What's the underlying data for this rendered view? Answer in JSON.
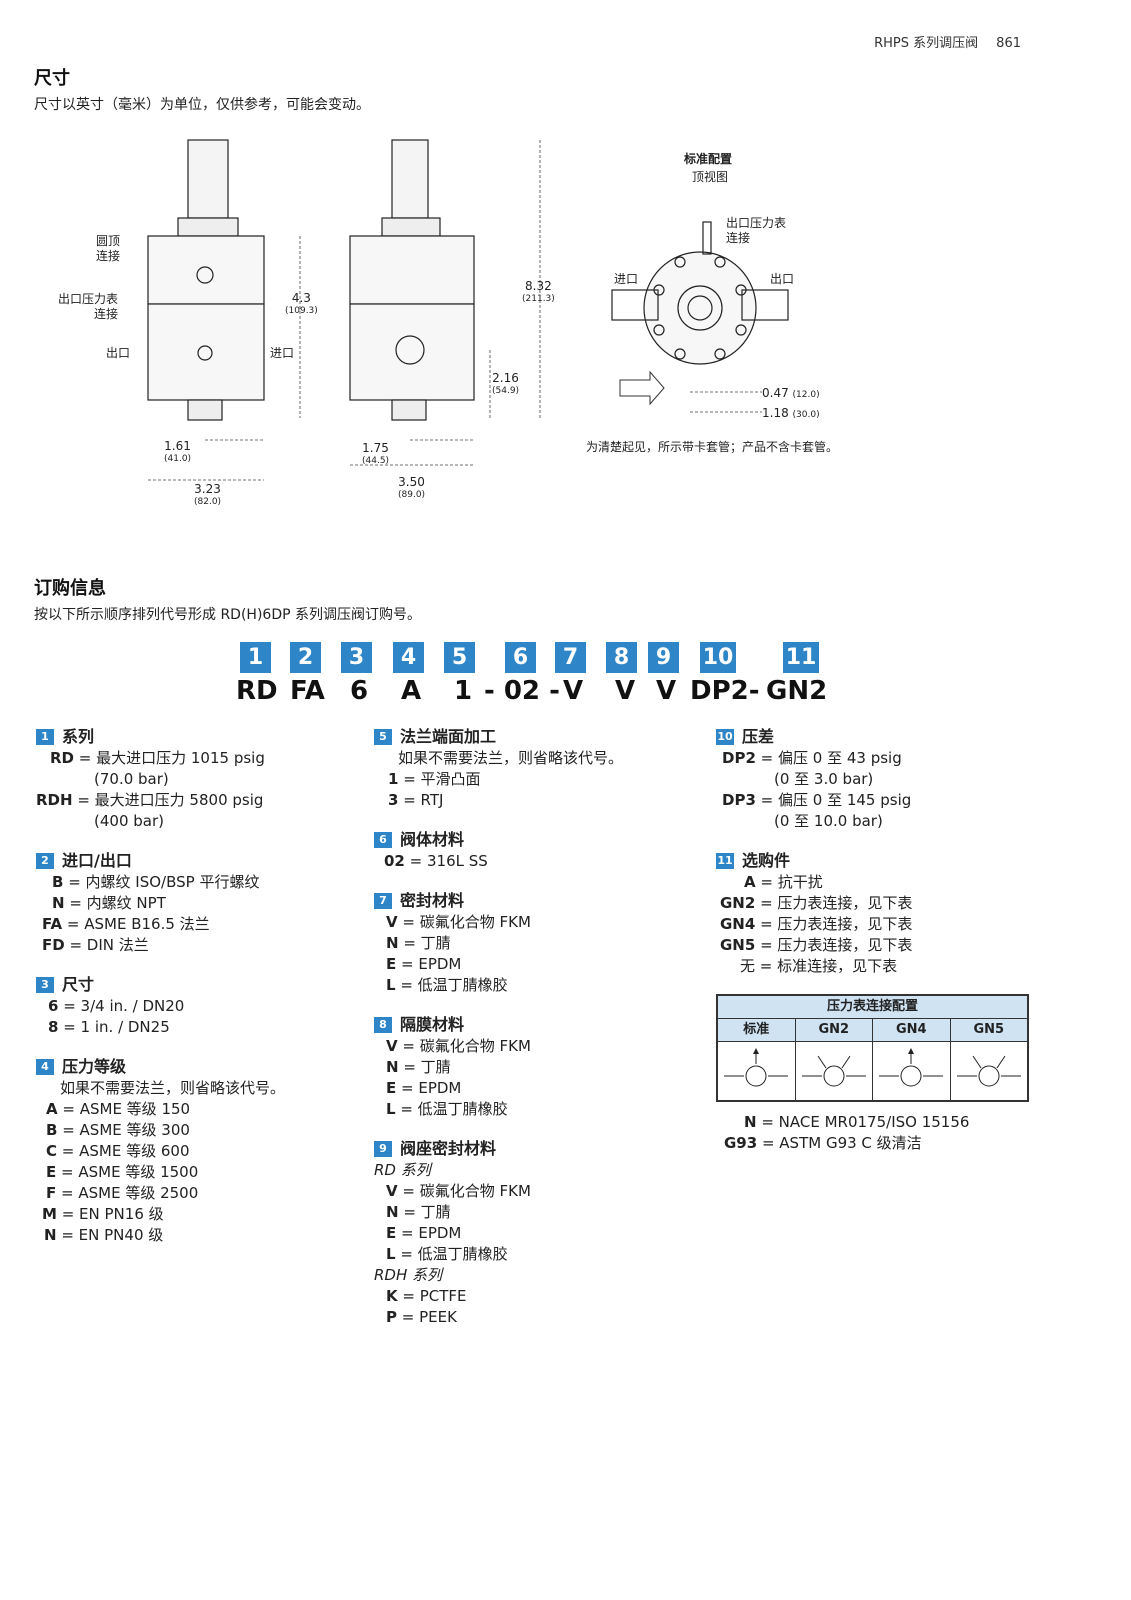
{
  "header": {
    "series": "RHPS 系列调压阀",
    "page": "861"
  },
  "dimensions": {
    "title": "尺寸",
    "subtitle": "尺寸以英寸（毫米）为单位，仅供参考，可能会变动。",
    "labels": {
      "dome": [
        "圆顶",
        "连接"
      ],
      "gauge": [
        "出口压力表",
        "连接"
      ],
      "outlet": "出口",
      "inlet": "进口",
      "std_config": "标准配置",
      "top_view": "顶视图",
      "top_gauge": [
        "出口压力表",
        "连接"
      ],
      "top_inlet": "进口",
      "top_outlet": "出口",
      "caption": "为清楚起见，所示带卡套管；产品不含卡套管。"
    },
    "dims": {
      "d1": {
        "in": "4.3",
        "mm": "(109.3)"
      },
      "d2": {
        "in": "8.32",
        "mm": "(211.3)"
      },
      "d3": {
        "in": "2.16",
        "mm": "(54.9)"
      },
      "d4": {
        "in": "1.61",
        "mm": "(41.0)"
      },
      "d5": {
        "in": "3.23",
        "mm": "(82.0)"
      },
      "d6": {
        "in": "1.75",
        "mm": "(44.5)"
      },
      "d7": {
        "in": "3.50",
        "mm": "(89.0)"
      },
      "d8": {
        "in": "0.47",
        "mm": "(12.0)"
      },
      "d9": {
        "in": "1.18",
        "mm": "(30.0)"
      }
    }
  },
  "ordering": {
    "title": "订购信息",
    "subtitle": "按以下所示顺序排列代号形成 RD(H)6DP 系列调压阀订购号。",
    "numbers": [
      "1",
      "2",
      "3",
      "4",
      "5",
      "6",
      "7",
      "8",
      "9",
      "10",
      "11"
    ],
    "codes": [
      "RD",
      "FA",
      "6",
      "A",
      "1",
      "- 02 -",
      "V",
      "V",
      "V",
      "DP2-",
      "GN2"
    ],
    "col1": {
      "s1": {
        "n": "1",
        "title": "系列",
        "items": [
          {
            "k": "RD",
            "v": " = 最大进口压力 1015 psig"
          },
          {
            "c": "(70.0 bar)"
          },
          {
            "k": "RDH",
            "v": " = 最大进口压力 5800 psig"
          },
          {
            "c": "(400 bar)"
          }
        ]
      },
      "s2": {
        "n": "2",
        "title": "进口/出口",
        "items": [
          {
            "k": "B",
            "v": " = 内螺纹 ISO/BSP 平行螺纹"
          },
          {
            "k": "N",
            "v": " = 内螺纹 NPT"
          },
          {
            "k": "FA",
            "v": " = ASME B16.5 法兰"
          },
          {
            "k": "FD",
            "v": " = DIN 法兰"
          }
        ]
      },
      "s3": {
        "n": "3",
        "title": "尺寸",
        "items": [
          {
            "k": "6",
            "v": " = 3/4 in. / DN20"
          },
          {
            "k": "8",
            "v": " = 1 in. / DN25"
          }
        ]
      },
      "s4": {
        "n": "4",
        "title": "压力等级",
        "note": "如果不需要法兰，则省略该代号。",
        "items": [
          {
            "k": "A",
            "v": " = ASME 等级 150"
          },
          {
            "k": "B",
            "v": " = ASME 等级 300"
          },
          {
            "k": "C",
            "v": " = ASME 等级 600"
          },
          {
            "k": "E",
            "v": " = ASME 等级 1500"
          },
          {
            "k": "F",
            "v": " = ASME 等级 2500"
          },
          {
            "k": "M",
            "v": " = EN PN16 级"
          },
          {
            "k": "N",
            "v": " = EN PN40 级"
          }
        ]
      }
    },
    "col2": {
      "s5": {
        "n": "5",
        "title": "法兰端面加工",
        "note": "如果不需要法兰，则省略该代号。",
        "items": [
          {
            "k": "1",
            "v": " = 平滑凸面"
          },
          {
            "k": "3",
            "v": " = RTJ"
          }
        ]
      },
      "s6": {
        "n": "6",
        "title": "阀体材料",
        "items": [
          {
            "k": "02",
            "v": " = 316L SS"
          }
        ]
      },
      "s7": {
        "n": "7",
        "title": "密封材料",
        "items": [
          {
            "k": "V",
            "v": " = 碳氟化合物 FKM"
          },
          {
            "k": "N",
            "v": " = 丁腈"
          },
          {
            "k": "E",
            "v": " = EPDM"
          },
          {
            "k": "L",
            "v": " = 低温丁腈橡胶"
          }
        ]
      },
      "s8": {
        "n": "8",
        "title": "隔膜材料",
        "items": [
          {
            "k": "V",
            "v": " = 碳氟化合物 FKM"
          },
          {
            "k": "N",
            "v": " = 丁腈"
          },
          {
            "k": "E",
            "v": " = EPDM"
          },
          {
            "k": "L",
            "v": " = 低温丁腈橡胶"
          }
        ]
      },
      "s9": {
        "n": "9",
        "title": "阀座密封材料",
        "rd": "RD 系列",
        "items_rd": [
          {
            "k": "V",
            "v": " = 碳氟化合物 FKM"
          },
          {
            "k": "N",
            "v": " = 丁腈"
          },
          {
            "k": "E",
            "v": " = EPDM"
          },
          {
            "k": "L",
            "v": " = 低温丁腈橡胶"
          }
        ],
        "rdh": "RDH 系列",
        "items_rdh": [
          {
            "k": "K",
            "v": " = PCTFE"
          },
          {
            "k": "P",
            "v": " = PEEK"
          }
        ]
      }
    },
    "col3": {
      "s10": {
        "n": "10",
        "title": "压差",
        "items": [
          {
            "k": "DP2",
            "v": " = 偏压 0 至 43 psig"
          },
          {
            "c": "(0 至 3.0 bar)"
          },
          {
            "k": "DP3",
            "v": " = 偏压 0 至 145 psig"
          },
          {
            "c": "(0 至 10.0 bar)"
          }
        ]
      },
      "s11": {
        "n": "11",
        "title": "选购件",
        "items": [
          {
            "k": "A",
            "v": " = 抗干扰"
          },
          {
            "k": "GN2",
            "v": " = 压力表连接，见下表"
          },
          {
            "k": "GN4",
            "v": " = 压力表连接，见下表"
          },
          {
            "k": "GN5",
            "v": " = 压力表连接，见下表"
          },
          {
            "k": "",
            "v": "无 = 标准连接，见下表"
          }
        ],
        "table_title": "压力表连接配置",
        "table_cols": [
          "标准",
          "GN2",
          "GN4",
          "GN5"
        ],
        "after": [
          {
            "k": "N",
            "v": " = NACE MR0175/ISO 15156"
          },
          {
            "k": "G93",
            "v": " = ASTM G93 C 级清洁"
          }
        ]
      }
    }
  },
  "colors": {
    "accent": "#2e86c8",
    "table_fill": "#cfe3f3"
  }
}
